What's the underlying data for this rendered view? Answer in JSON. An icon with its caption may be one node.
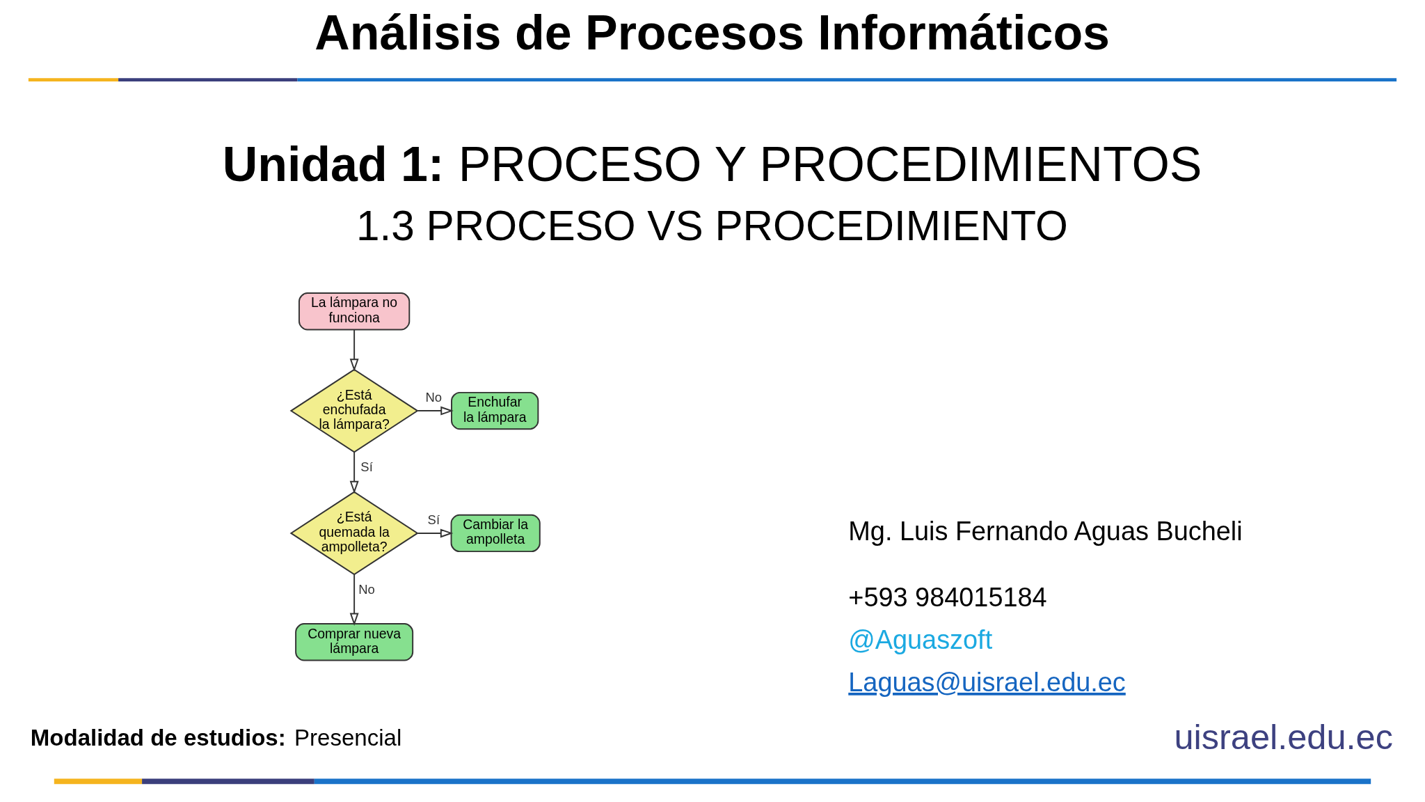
{
  "diagram": {
    "title": "Análisis de Procesos Informáticos",
    "nodes": [
      {
        "text": [
          "La lámpara no funciona"
        ]
      },
      {
        "text": [
          "¿Está enchufada la lámpara?"
        ]
      },
      {
        "text": [
          "Enchufar la lámpara"
        ]
      },
      {
        "text": [
          "¿Está quemada la ampolleta?"
        ]
      },
      {
        "text": [
          "Cambiar la ampolleta"
        ]
      },
      {
        "text": [
          "Comprar nueva lámpara"
        ]
      }
    ],
    "edges": [
      {
        "from": 0,
        "to": 1,
        "arrow": "to"
      },
      {
        "from": 1,
        "to": 2,
        "arrow": "to",
        "label": "No"
      },
      {
        "from": 1,
        "to": 3,
        "arrow": "to",
        "label": "Sí"
      },
      {
        "from": 3,
        "to": 4,
        "arrow": "to",
        "label": "Sí"
      },
      {
        "from": 3,
        "to": 5,
        "arrow": "to",
        "label": "No"
      }
    ],
    "labels": [
      "**Unidad 1:** PROCESO Y PROCEDIMIENTOS",
      "1.3 PROCESO VS PROCEDIMIENTO",
      "Mg. Luis Fernando Aguas Bucheli",
      "+593 984015184",
      "@Aguaszoft",
      "Laguas@uisrael.edu.ec",
      "**Modalidad de estudios:** Presencial",
      "uisrael.edu.ec"
    ]
  }
}
